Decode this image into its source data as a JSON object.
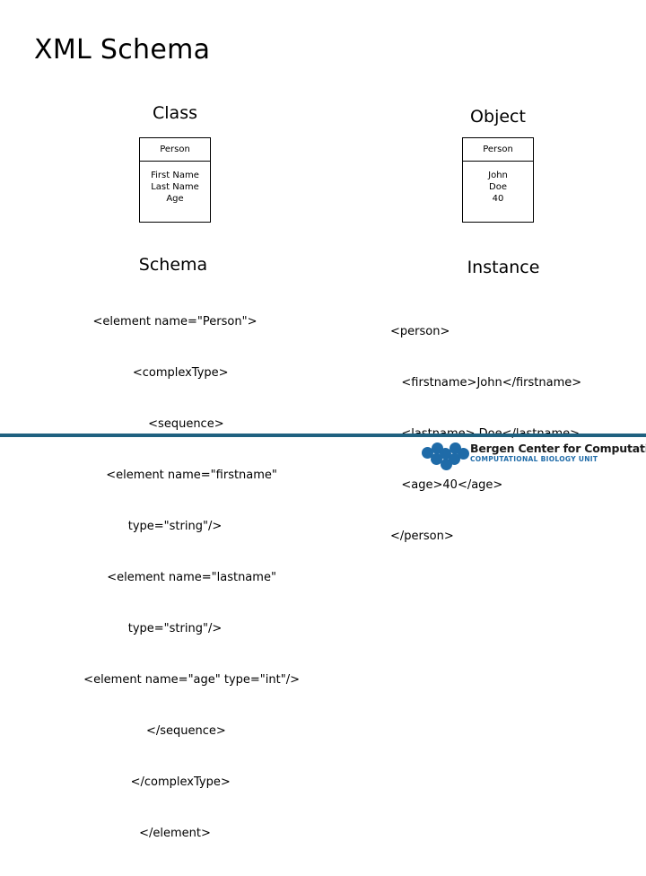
{
  "slide": {
    "title": "XML Schema",
    "accent_color": "#1f6180",
    "logo_dot_color": "#1f6ba8",
    "background_color": "#ffffff",
    "text_color": "#000000"
  },
  "class_column": {
    "heading": "Class",
    "box": {
      "header": "Person",
      "rows": [
        "First Name",
        "Last Name",
        "Age"
      ]
    }
  },
  "object_column": {
    "heading": "Object",
    "box": {
      "header": "Person",
      "rows": [
        "John",
        "Doe",
        "40"
      ]
    }
  },
  "schema_column": {
    "heading": "Schema",
    "code_lines": [
      "<element name=\"Person\">",
      "   <complexType>",
      "      <sequence>",
      "         <element name=\"firstname\"",
      "type=\"string\"/>",
      "         <element name=\"lastname\"",
      "type=\"string\"/>",
      "         <element name=\"age\" type=\"int\"/>",
      "      </sequence>",
      "   </complexType>",
      "</element>"
    ]
  },
  "instance_column": {
    "heading": "Instance",
    "code_lines": [
      "<person>",
      "   <firstname>John</firstname>",
      "   <lastname> Doe</lastname>",
      "   <age>40</age>",
      "</person>"
    ]
  },
  "footer": {
    "logo_title": "Bergen Center for Computational Science",
    "logo_subtitle": "COMPUTATIONAL BIOLOGY UNIT"
  }
}
